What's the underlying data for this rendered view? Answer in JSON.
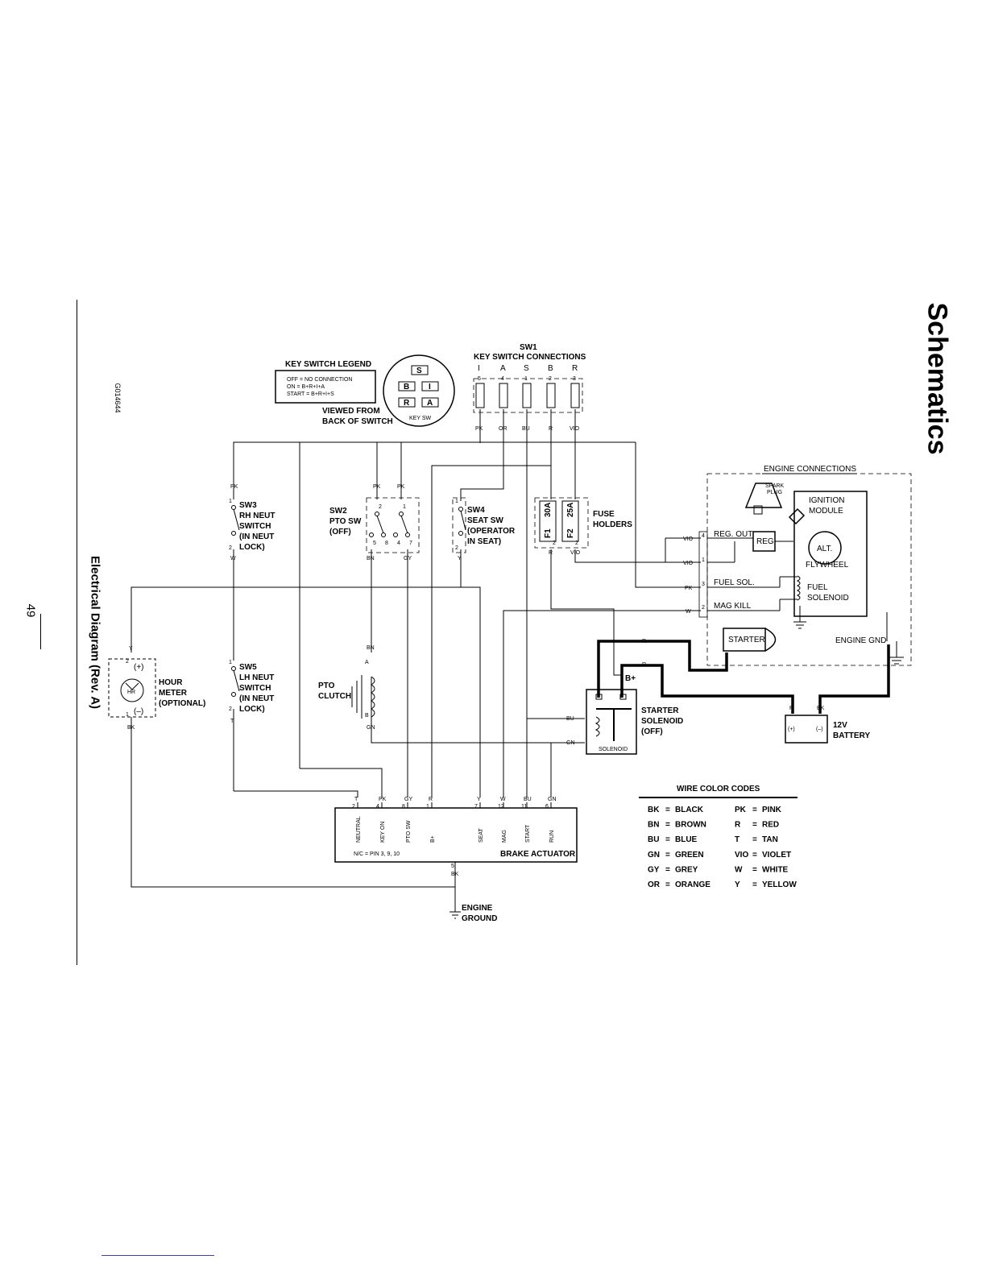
{
  "page": {
    "section_title": "Schematics",
    "figure_title": "Electrical Diagram (Rev. A)",
    "page_number": "49",
    "drawing_id": "G014644"
  },
  "legend": {
    "title": "KEY SWITCH LEGEND",
    "rows": [
      "OFF  = NO CONNECTION",
      "ON   = B+R+I+A",
      "START = B+R+I+S"
    ],
    "viewed_from": [
      "VIEWED FROM",
      "BACK OF SWITCH"
    ],
    "switch_letters": [
      "S",
      "B",
      "I",
      "R",
      "A"
    ],
    "switch_label": "KEY SW"
  },
  "sw1": {
    "title": [
      "SW1",
      "KEY SWITCH CONNECTIONS"
    ],
    "letters": [
      "I",
      "A",
      "S",
      "B",
      "R"
    ],
    "pins": [
      "5",
      "4",
      "1",
      "2",
      "3"
    ],
    "wires": [
      "PK",
      "OR",
      "BU",
      "R",
      "VIO"
    ]
  },
  "switches": {
    "sw3": [
      "SW3",
      "RH NEUT",
      "SWITCH",
      "(IN NEUT",
      "LOCK)"
    ],
    "sw2": [
      "SW2",
      "PTO SW",
      "(OFF)"
    ],
    "sw4": [
      "SW4",
      "SEAT SW",
      "(OPERATOR",
      "IN SEAT)"
    ],
    "sw5": [
      "SW5",
      "LH NEUT",
      "SWITCH",
      "(IN NEUT",
      "LOCK)"
    ],
    "fuses": [
      "FUSE",
      "HOLDERS"
    ],
    "f1": "F1",
    "f2": "F2",
    "f1_rating": "30A",
    "f2_rating": "25A"
  },
  "components": {
    "hour_meter": [
      "HOUR",
      "METER",
      "(OPTIONAL)"
    ],
    "hr": "HR",
    "pto_clutch": [
      "PTO",
      "CLUTCH"
    ],
    "starter_solenoid": [
      "STARTER",
      "SOLENOID",
      "(OFF)"
    ],
    "solenoid_label": "SOLENOID",
    "battery": [
      "12V",
      "BATTERY"
    ],
    "b_plus": "B+",
    "engine_ground": [
      "ENGINE",
      "GROUND"
    ],
    "brake_actuator": "BRAKE ACTUATOR",
    "nc_note": "N/C = PIN 3, 9, 10"
  },
  "engine": {
    "title": "ENGINE CONNECTIONS",
    "spark_plug": [
      "SPARK",
      "PLUG"
    ],
    "ignition": [
      "IGNITION",
      "MODULE"
    ],
    "reg_out": "REG. OUT",
    "reg": "REG.",
    "alt": "ALT.",
    "flywheel": "FLYWHEEL",
    "fuel_sol": "FUEL SOL.",
    "fuel_solenoid": [
      "FUEL",
      "SOLENOID"
    ],
    "mag_kill": "MAG KILL",
    "starter": "STARTER",
    "engine_gnd": "ENGINE GND"
  },
  "actuator_pins": [
    {
      "wire": "T",
      "pin": "2",
      "name": "NEUTRAL"
    },
    {
      "wire": "PK",
      "pin": "4",
      "name": "KEY ON"
    },
    {
      "wire": "GY",
      "pin": "8",
      "name": "PTO SW"
    },
    {
      "wire": "R",
      "pin": "1",
      "name": "B+"
    },
    {
      "wire": "Y",
      "pin": "7",
      "name": "SEAT"
    },
    {
      "wire": "W",
      "pin": "12",
      "name": "MAG"
    },
    {
      "wire": "BU",
      "pin": "11",
      "name": "START"
    },
    {
      "wire": "GN",
      "pin": "6",
      "name": "RUN"
    }
  ],
  "wire_codes": {
    "title": "WIRE COLOR CODES",
    "left": [
      {
        "code": "BK",
        "name": "BLACK"
      },
      {
        "code": "BN",
        "name": "BROWN"
      },
      {
        "code": "BU",
        "name": "BLUE"
      },
      {
        "code": "GN",
        "name": "GREEN"
      },
      {
        "code": "GY",
        "name": "GREY"
      },
      {
        "code": "OR",
        "name": "ORANGE"
      }
    ],
    "right": [
      {
        "code": "PK",
        "name": "PINK"
      },
      {
        "code": "R",
        "name": "RED"
      },
      {
        "code": "T",
        "name": "TAN"
      },
      {
        "code": "VIO",
        "name": "VIOLET"
      },
      {
        "code": "W",
        "name": "WHITE"
      },
      {
        "code": "Y",
        "name": "YELLOW"
      }
    ]
  },
  "wire_tags": {
    "pk": "PK",
    "w": "W",
    "bn": "BN",
    "gy": "GY",
    "y": "Y",
    "bk": "BK",
    "bu": "BU",
    "gn": "GN",
    "r": "R",
    "vio": "VIO",
    "t": "T",
    "plus": "(+)",
    "minus": "(–)",
    "a": "A",
    "b": "B",
    "n1": "1",
    "n2": "2",
    "n3": "3",
    "n4": "4",
    "n5": "5",
    "n7": "7",
    "n8": "8"
  }
}
